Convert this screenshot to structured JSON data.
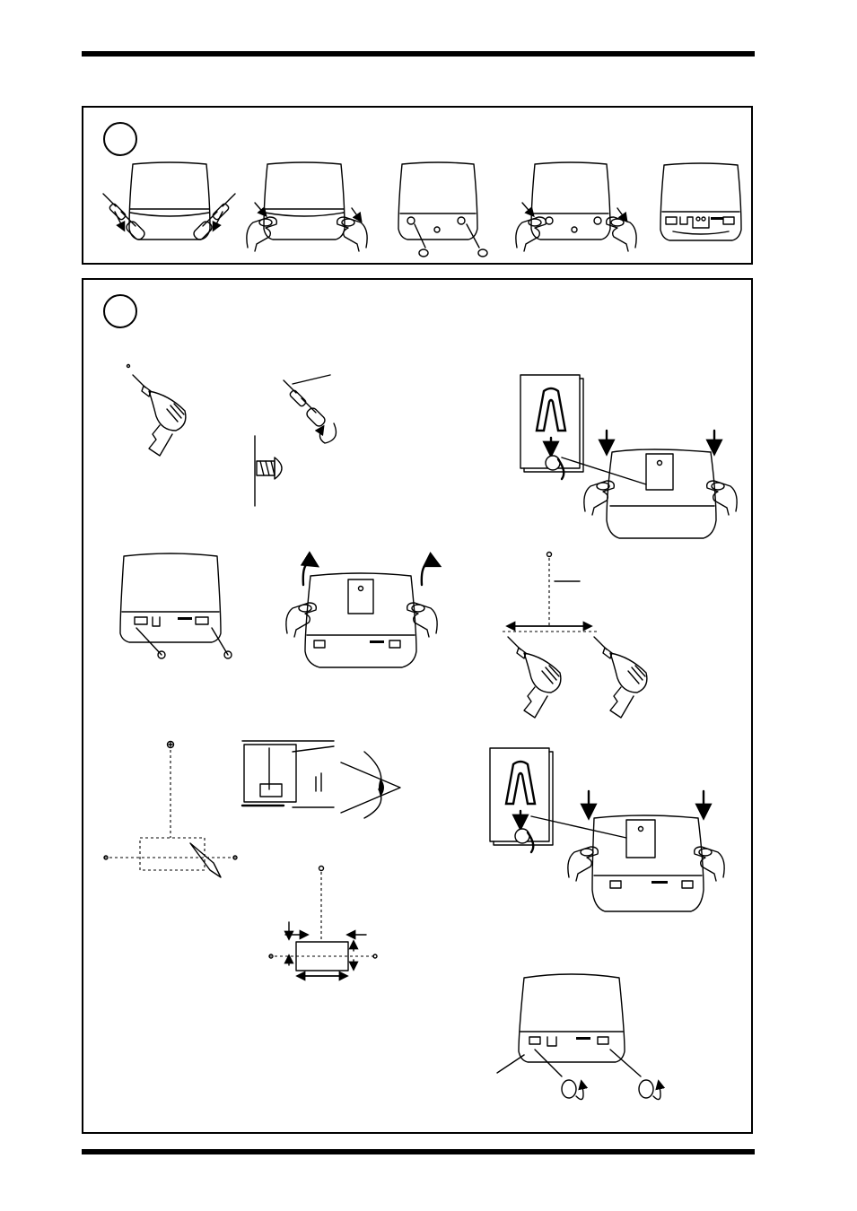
{
  "page": {
    "type": "installation-instructions-illustrations"
  },
  "steps": [
    {
      "id": "step-1",
      "label": ""
    },
    {
      "id": "step-2",
      "label": ""
    }
  ]
}
